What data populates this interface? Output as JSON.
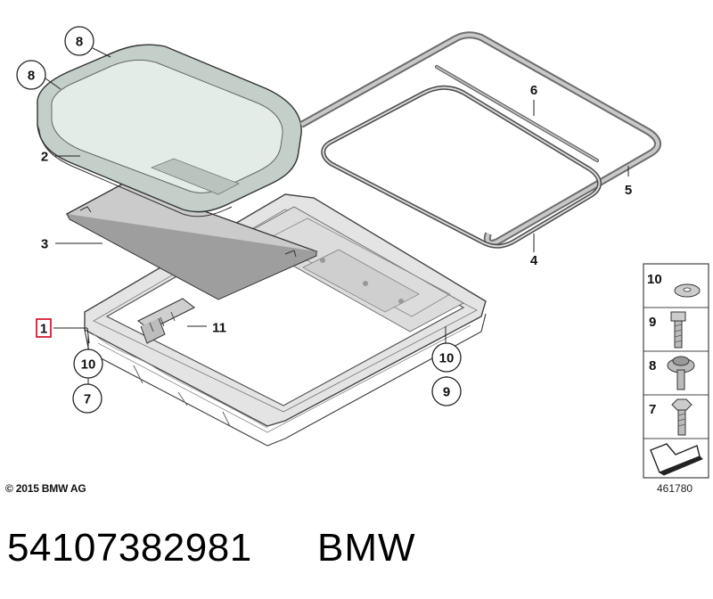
{
  "copyright": "© 2015 BMW AG",
  "drawing_id": "461780",
  "part_number": "54107382981",
  "brand": "BMW",
  "highlight_color": "#d0021b",
  "callouts": {
    "c8a": "8",
    "c8b": "8",
    "c2": "2",
    "c3": "3",
    "c1": "1",
    "c11": "11",
    "c10a": "10",
    "c7": "7",
    "c10b": "10",
    "c9": "9",
    "c6": "6",
    "c5": "5",
    "c4": "4"
  },
  "hardware_legend": [
    {
      "number": "10",
      "icon": "washer-icon"
    },
    {
      "number": "9",
      "icon": "bolt-icon"
    },
    {
      "number": "8",
      "icon": "flange-screw-icon"
    },
    {
      "number": "7",
      "icon": "hex-bolt-icon"
    }
  ],
  "legend_footer_icon": "arrow-direction-icon"
}
